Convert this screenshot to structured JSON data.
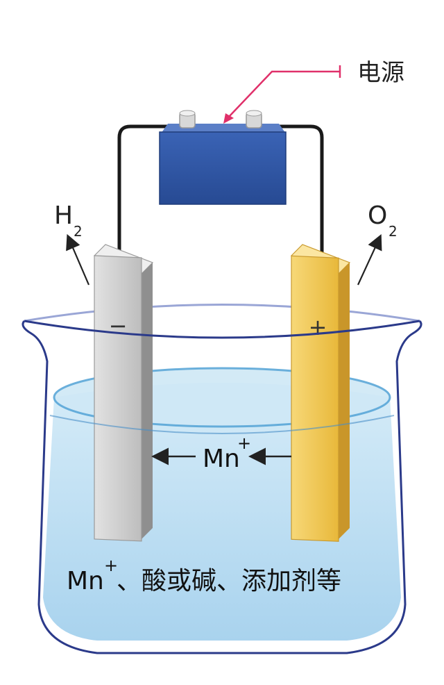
{
  "labels": {
    "power_source": "电源",
    "hydrogen_gas": "H",
    "hydrogen_sub": "2",
    "oxygen_gas": "O",
    "oxygen_sub": "2",
    "cathode_sign": "−",
    "anode_sign": "+",
    "ion": "Mn",
    "ion_charge": "+",
    "electrolyte_ion": "Mn",
    "electrolyte_charge": "+",
    "electrolyte_rest": "、酸或碱、添加剂等"
  },
  "colors": {
    "battery": "#2f57a8",
    "wire": "#1a1a1a",
    "pointer": "#e0306a",
    "cathode": "#c9c9c9",
    "anode": "#f0c24a",
    "solution": "#bfe0f2",
    "beaker_outline": "#2b3a8a"
  },
  "icons": {
    "battery": "battery-icon",
    "gas_arrow": "arrow-up-right-icon",
    "ion_arrow": "arrow-left-icon"
  }
}
